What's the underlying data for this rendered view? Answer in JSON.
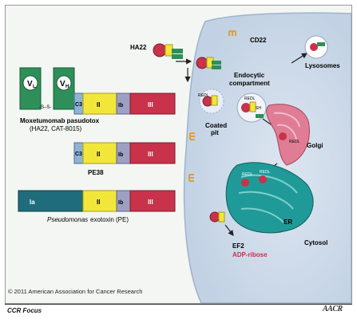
{
  "diagram": {
    "domains": {
      "vl": "V",
      "vl_sub": "L",
      "vh": "V",
      "vh_sub": "H",
      "linker": "-S–S-",
      "c3": "C3",
      "ia": "Ia",
      "ii": "II",
      "ib": "Ib",
      "iii": "III"
    },
    "labels": {
      "moxetumomab_line1": "Moxetumomab pasudotox",
      "moxetumomab_line2": "(HA22, CAT-8015)",
      "pe38": "PE38",
      "pe_pseudomonas": "Pseudomonas",
      "pe_rest": "exotoxin (PE)",
      "ha22": "HA22",
      "cd22": "CD22",
      "lysosomes": "Lysosomes",
      "endocytic_line1": "Endocytic",
      "endocytic_line2": "compartment",
      "coated_line1": "Coated",
      "coated_line2": "pit",
      "golgi": "Golgi",
      "er": "ER",
      "cytosol": "Cytosol",
      "ef2": "EF2",
      "adp_ribose": "ADP-ribose",
      "redl": "REDL",
      "sh": "SH"
    },
    "colors": {
      "ia": "#1f6d7c",
      "ii": "#f2e63a",
      "ib": "#9da0c2",
      "iii": "#c8324b",
      "c3": "#8fb3d6",
      "variable": "#2e8f58",
      "cell": "#cfdbe9",
      "golgi": "#e07d94",
      "er": "#1f9a98",
      "receptor": "#e0a030"
    }
  },
  "footer": {
    "copyright": "© 2011 American Association for Cancer Research",
    "journal": "CCR Focus",
    "logo": "AACR"
  }
}
